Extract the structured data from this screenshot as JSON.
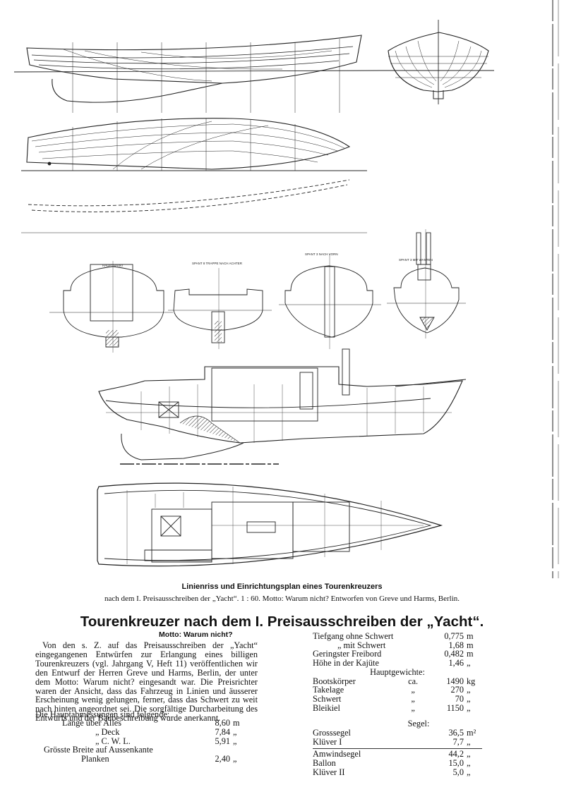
{
  "figure": {
    "drawing_labels": {
      "section1": "HAUPTSPANT",
      "section2": "SPANT 8 TRAPPE NACH ACHTER",
      "section3": "SPANT 3 NACH VORN",
      "section4": "SPANT 3 MIT WANTEN"
    },
    "caption_title": "Linienriss und Einrichtungsplan eines Tourenkreuzers",
    "caption_text": "nach dem I. Preisausschreiben der „Yacht“.  1 : 60.  Motto: Warum nicht?  Entworfen von Greve und Harms, Berlin."
  },
  "article": {
    "title": "Tourenkreuzer nach dem I. Preisausschreiben der „Yacht“.",
    "motto": "Motto: Warum nicht?",
    "body": "Von den s. Z. auf das Preisausschreiben der „Yacht“ eingegangenen Entwürfen zur Erlangung eines billigen Tourenkreuzers (vgl. Jahrgang V, Heft 11) veröffentlichen wir den Entwurf der Herren Greve und Harms, Berlin, der unter dem Motto: Warum nicht? eingesandt war. Die Preisrichter waren der Ansicht, dass das Fahrzeug in Linien und äusserer Erscheinung wenig gelungen, ferner, dass das Schwert zu weit nach hinten angeordnet sei. Die sorgfältige Durcharbeitung des Entwurfs und der Baubeschreibung wurde anerkannt.",
    "dims_intro": "Die Hauptabmessungen sind folgende:",
    "dims": [
      {
        "label": "Länge über Alles",
        "value": "8,60",
        "unit": "m"
      },
      {
        "label": "„  Deck",
        "value": "7,84",
        "unit": "„"
      },
      {
        "label": "„  C. W. L.",
        "value": "5,91",
        "unit": "„"
      },
      {
        "label": "Grösste Breite auf Aussenkante",
        "value": "",
        "unit": ""
      },
      {
        "label": "Planken",
        "value": "2,40",
        "unit": "„"
      }
    ],
    "right_dims": [
      {
        "label": "Tiefgang ohne Schwert",
        "value": "0,775",
        "unit": "m"
      },
      {
        "label": "„  mit Schwert",
        "value": "1,68",
        "unit": "m"
      },
      {
        "label": "Geringster Freibord",
        "value": "0,482",
        "unit": "m"
      },
      {
        "label": "Höhe in der Kajüte",
        "value": "1,46",
        "unit": "„"
      }
    ],
    "weights_header": "Hauptgewichte:",
    "weights": [
      {
        "label": "Bootskörper",
        "q": "ca.",
        "value": "1490",
        "unit": "kg"
      },
      {
        "label": "Takelage",
        "q": "„",
        "value": "270",
        "unit": "„"
      },
      {
        "label": "Schwert",
        "q": "„",
        "value": "70",
        "unit": "„"
      },
      {
        "label": "Bleikiel",
        "q": "„",
        "value": "1150",
        "unit": "„"
      }
    ],
    "sails_header": "Segel:",
    "sails": [
      {
        "label": "Grosssegel",
        "value": "36,5",
        "unit": "m²"
      },
      {
        "label": "Klüver I",
        "value": "7,7",
        "unit": "„"
      }
    ],
    "sails2": [
      {
        "label": "Amwindsegel",
        "value": "44,2",
        "unit": "„"
      },
      {
        "label": "Ballon",
        "value": "15,0",
        "unit": "„"
      },
      {
        "label": "Klüver II",
        "value": "5,0",
        "unit": "„"
      }
    ]
  }
}
